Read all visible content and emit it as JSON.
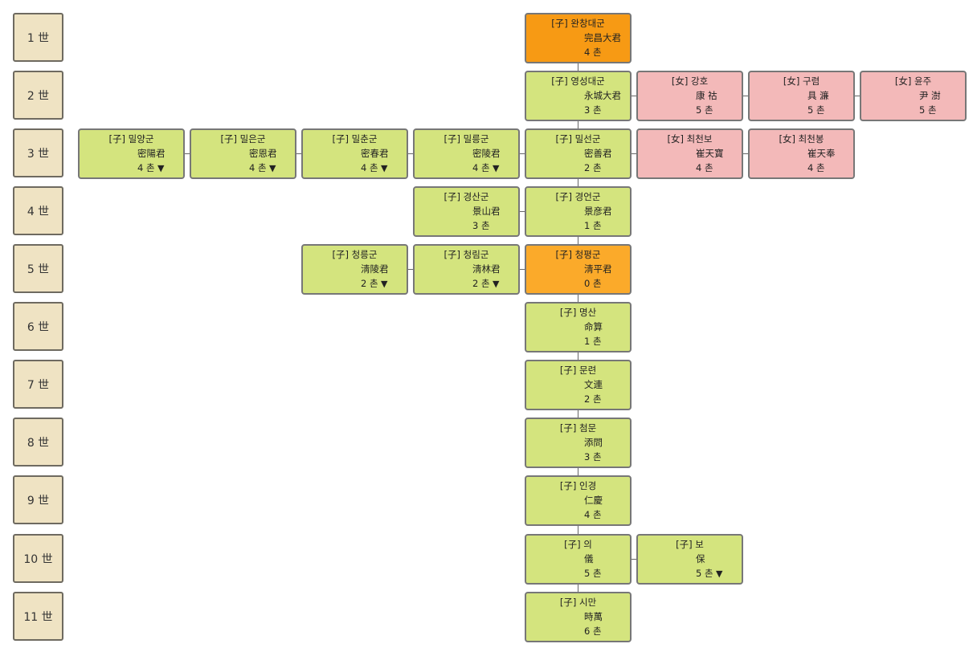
{
  "generations": [
    "1 世",
    "2 世",
    "3 世",
    "4 世",
    "5 世",
    "6 世",
    "7 世",
    "8 世",
    "9 世",
    "10 世",
    "11 世"
  ],
  "nodes": [
    {
      "id": "n1",
      "rel": "[子]",
      "hangul": "완창대군",
      "hanja": "完昌大君",
      "chon": "4 촌",
      "color": "orange",
      "expand": false
    },
    {
      "id": "n2",
      "rel": "[子]",
      "hangul": "영성대군",
      "hanja": "永城大君",
      "chon": "3 촌",
      "color": "green",
      "expand": false
    },
    {
      "id": "n3",
      "rel": "[女]",
      "hangul": "강호",
      "hanja": "康 祜",
      "chon": "5 촌",
      "color": "pink",
      "expand": false
    },
    {
      "id": "n4",
      "rel": "[女]",
      "hangul": "구렴",
      "hanja": "具 濂",
      "chon": "5 촌",
      "color": "pink",
      "expand": false
    },
    {
      "id": "n5",
      "rel": "[女]",
      "hangul": "윤주",
      "hanja": "尹 澍",
      "chon": "5 촌",
      "color": "pink",
      "expand": false
    },
    {
      "id": "n6",
      "rel": "[子]",
      "hangul": "밀양군",
      "hanja": "密陽君",
      "chon": "4 촌",
      "color": "green",
      "expand": true
    },
    {
      "id": "n7",
      "rel": "[子]",
      "hangul": "밀은군",
      "hanja": "密恩君",
      "chon": "4 촌",
      "color": "green",
      "expand": true
    },
    {
      "id": "n8",
      "rel": "[子]",
      "hangul": "밀춘군",
      "hanja": "密春君",
      "chon": "4 촌",
      "color": "green",
      "expand": true
    },
    {
      "id": "n9",
      "rel": "[子]",
      "hangul": "밀릉군",
      "hanja": "密陵君",
      "chon": "4 촌",
      "color": "green",
      "expand": true
    },
    {
      "id": "n10",
      "rel": "[子]",
      "hangul": "밀선군",
      "hanja": "密善君",
      "chon": "2 촌",
      "color": "green",
      "expand": false
    },
    {
      "id": "n11",
      "rel": "[女]",
      "hangul": "최천보",
      "hanja": "崔天寶",
      "chon": "4 촌",
      "color": "pink",
      "expand": false
    },
    {
      "id": "n12",
      "rel": "[女]",
      "hangul": "최천봉",
      "hanja": "崔天奉",
      "chon": "4 촌",
      "color": "pink",
      "expand": false
    },
    {
      "id": "n13",
      "rel": "[子]",
      "hangul": "경산군",
      "hanja": "景山君",
      "chon": "3 촌",
      "color": "green",
      "expand": false
    },
    {
      "id": "n14",
      "rel": "[子]",
      "hangul": "경언군",
      "hanja": "景彦君",
      "chon": "1 촌",
      "color": "green",
      "expand": false
    },
    {
      "id": "n15",
      "rel": "[子]",
      "hangul": "청릉군",
      "hanja": "淸陵君",
      "chon": "2 촌",
      "color": "green",
      "expand": true
    },
    {
      "id": "n16",
      "rel": "[子]",
      "hangul": "청림군",
      "hanja": "淸林君",
      "chon": "2 촌",
      "color": "green",
      "expand": true
    },
    {
      "id": "n17",
      "rel": "[子]",
      "hangul": "청평군",
      "hanja": "淸平君",
      "chon": "0 촌",
      "color": "lorange",
      "expand": false
    },
    {
      "id": "n18",
      "rel": "[子]",
      "hangul": "명산",
      "hanja": "命算",
      "chon": "1 촌",
      "color": "green",
      "expand": false
    },
    {
      "id": "n19",
      "rel": "[子]",
      "hangul": "문련",
      "hanja": "文連",
      "chon": "2 촌",
      "color": "green",
      "expand": false
    },
    {
      "id": "n20",
      "rel": "[子]",
      "hangul": "첨문",
      "hanja": "添問",
      "chon": "3 촌",
      "color": "green",
      "expand": false
    },
    {
      "id": "n21",
      "rel": "[子]",
      "hangul": "인경",
      "hanja": "仁慶",
      "chon": "4 촌",
      "color": "green",
      "expand": false
    },
    {
      "id": "n22",
      "rel": "[子]",
      "hangul": "의",
      "hanja": "儀",
      "chon": "5 촌",
      "color": "green",
      "expand": false
    },
    {
      "id": "n23",
      "rel": "[子]",
      "hangul": "보",
      "hanja": "保",
      "chon": "5 촌",
      "color": "green",
      "expand": true
    },
    {
      "id": "n24",
      "rel": "[子]",
      "hangul": "시만",
      "hanja": "時萬",
      "chon": "6 촌",
      "color": "green",
      "expand": false
    }
  ],
  "colors": {
    "green": "#d4e47e",
    "pink": "#f3b9b9",
    "orange": "#f79a14",
    "lorange": "#fbaa2a",
    "gen_bg": "#efe3c3"
  },
  "expand_icon": "▼"
}
